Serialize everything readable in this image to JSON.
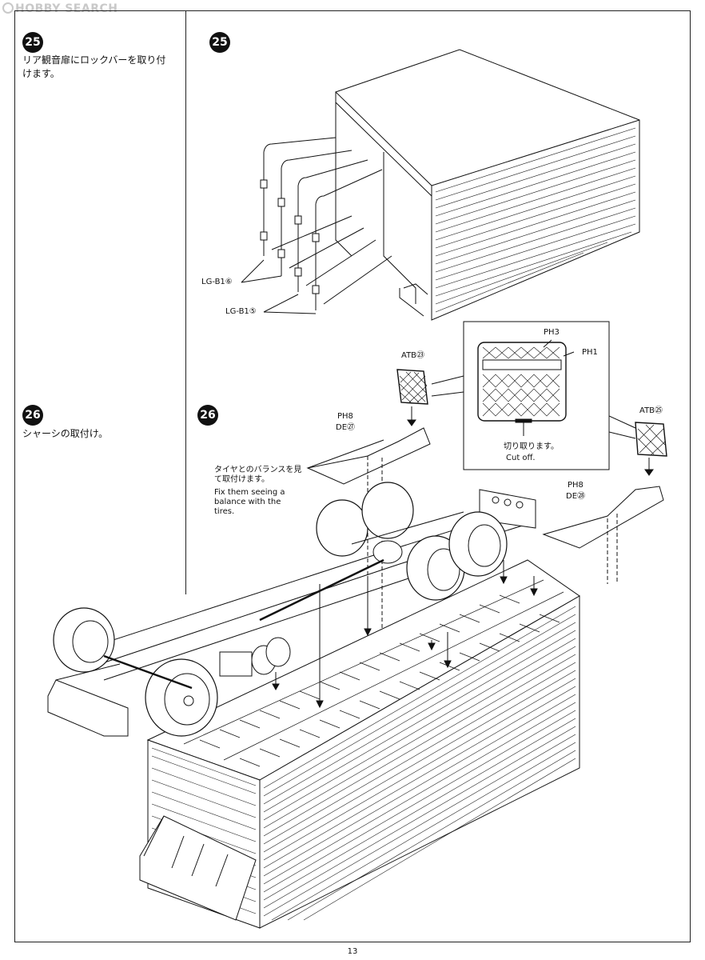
{
  "watermark": "HOBBY SEARCH",
  "steps": [
    {
      "number": "25",
      "text_jp": "リア観音扉にロックバーを取り付けます。"
    },
    {
      "number": "26",
      "text_jp": "シャーシの取付け。"
    }
  ],
  "step25": {
    "diagram_number": "25",
    "callouts": [
      {
        "part": "LG-B1⑥"
      },
      {
        "part": "LG-B1⑤"
      }
    ]
  },
  "step26": {
    "diagram_number": "26",
    "parts": {
      "atb23": "ATB㉓",
      "atb25": "ATB㉕",
      "ph8_left": "PH8",
      "de27": "DE㉗",
      "ph8_right": "PH8",
      "de28": "DE㉘",
      "ph3": "PH3",
      "ph1": "PH1"
    },
    "note_jp": "タイヤとのバランスを見て取付けます。",
    "note_en": "Fix them seeing a balance with the tires.",
    "cut_jp": "切り取ります。",
    "cut_en": "Cut off."
  },
  "page_number": "13"
}
